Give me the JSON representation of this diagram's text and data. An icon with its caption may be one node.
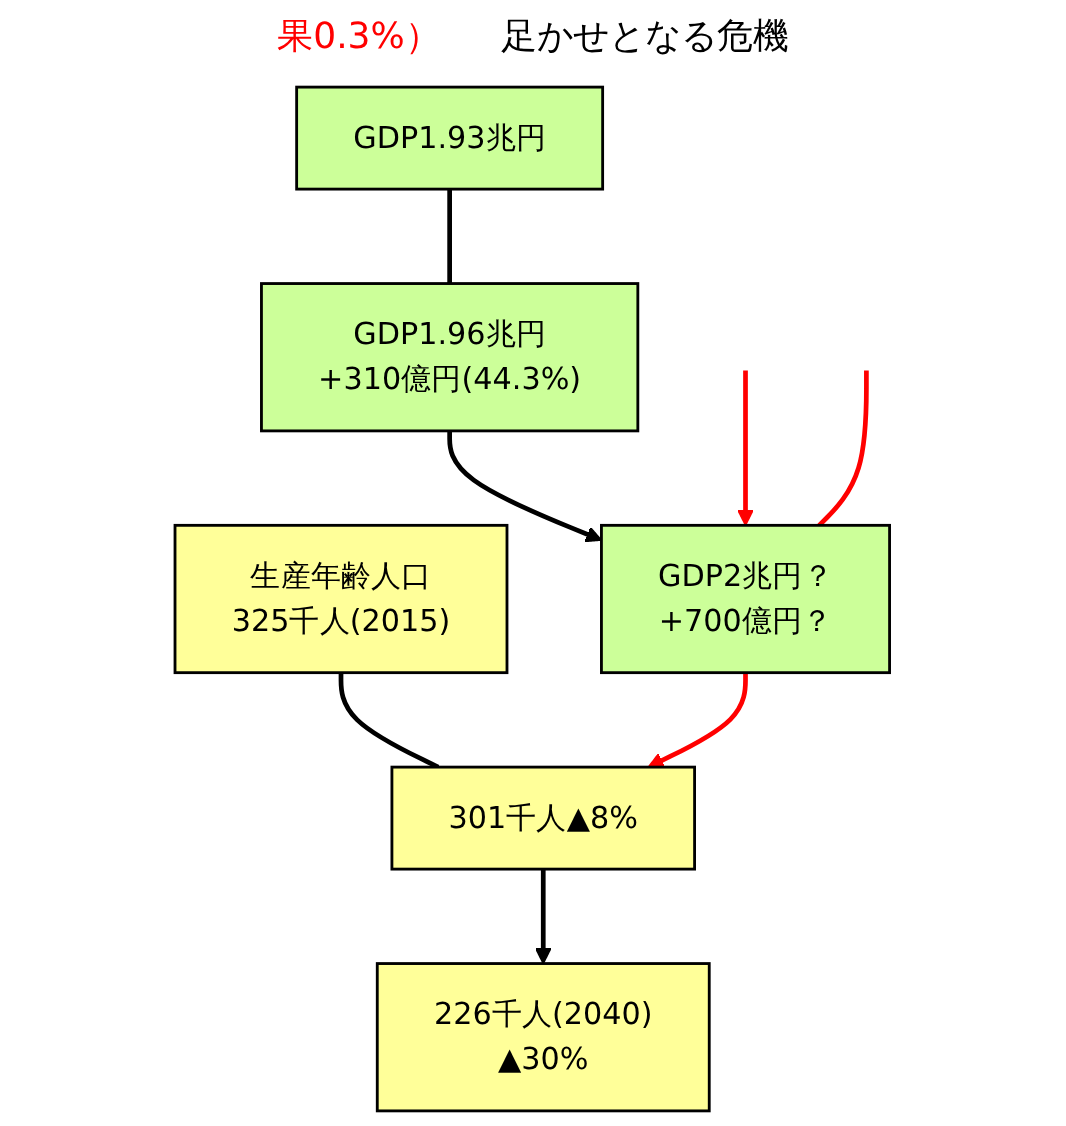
{
  "diagram": {
    "nodes": [
      {
        "text": [
          "GDP1.93兆円"
        ]
      },
      {
        "text": [
          "GDP1.96兆円",
          "+310億円(44.3%)"
        ]
      },
      {
        "text": [
          "生産年齢人口",
          "325千人(2015)"
        ]
      },
      {
        "text": [
          "GDP2兆円？",
          "+700億円？"
        ]
      },
      {
        "text": [
          "301千人▲8%"
        ]
      },
      {
        "text": [
          "226千人(2040)",
          "▲30%"
        ]
      }
    ],
    "edges": [
      {
        "from": 0,
        "to": 1,
        "arrow": "none"
      },
      {
        "from": 1,
        "to": 3,
        "arrow": "to"
      },
      {
        "from": 2,
        "to": 4,
        "arrow": "none"
      },
      {
        "from": 4,
        "to": 5,
        "arrow": "to"
      },
      {
        "from": null,
        "to": 3,
        "arrow": "to",
        "color": "#ff0000"
      },
      {
        "from": 3,
        "to": 4,
        "arrow": "to",
        "color": "#ff0000"
      },
      {
        "from": null,
        "to": 3,
        "arrow": "none",
        "color": "#ff0000"
      }
    ],
    "labels": [
      "果0.3%）",
      "足かせとなる危機"
    ]
  }
}
